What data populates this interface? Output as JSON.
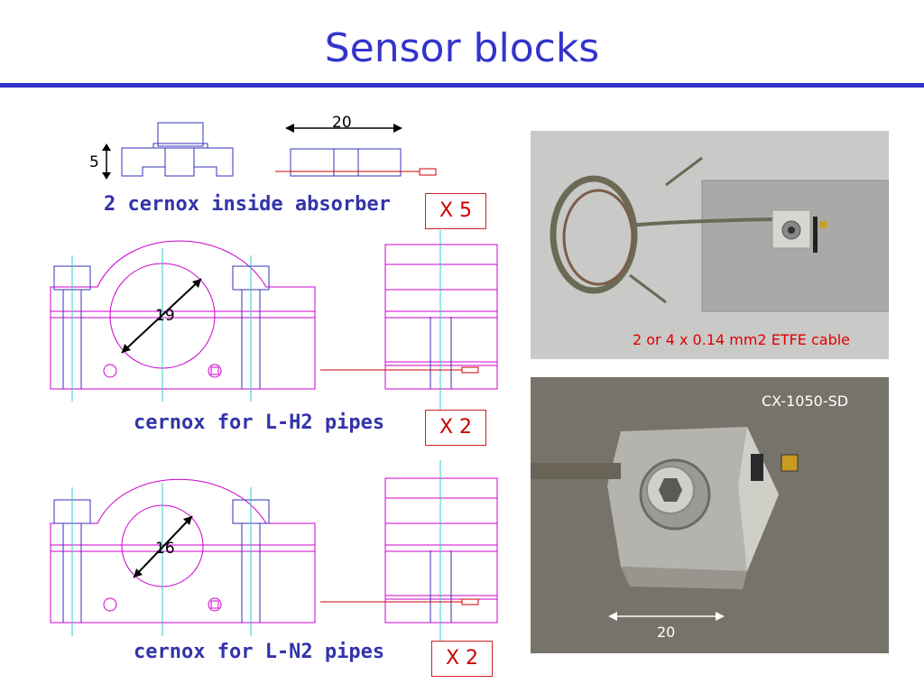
{
  "title": "Sensor blocks",
  "sections": [
    {
      "caption": "2 cernox inside absorber",
      "quantity": "X 5",
      "dim_width": "20",
      "dim_height": "5"
    },
    {
      "caption": "cernox for L-H2 pipes",
      "quantity": "X 2",
      "dim_diameter": "19"
    },
    {
      "caption": "cernox for L-N2 pipes",
      "quantity": "X 2",
      "dim_diameter": "16"
    }
  ],
  "photos": [
    {
      "label": "2 or 4 x 0.14 mm2 ETFE cable",
      "label_color": "#dd0000"
    },
    {
      "label": "CX-1050-SD",
      "scale_label": "20",
      "label_color": "#ffffff"
    }
  ],
  "colors": {
    "title": "#3333cc",
    "drawing_magenta": "#cc00cc",
    "drawing_blue": "#3333bb",
    "cyan_axis": "#33cccc",
    "wire_red": "#cc0000"
  }
}
